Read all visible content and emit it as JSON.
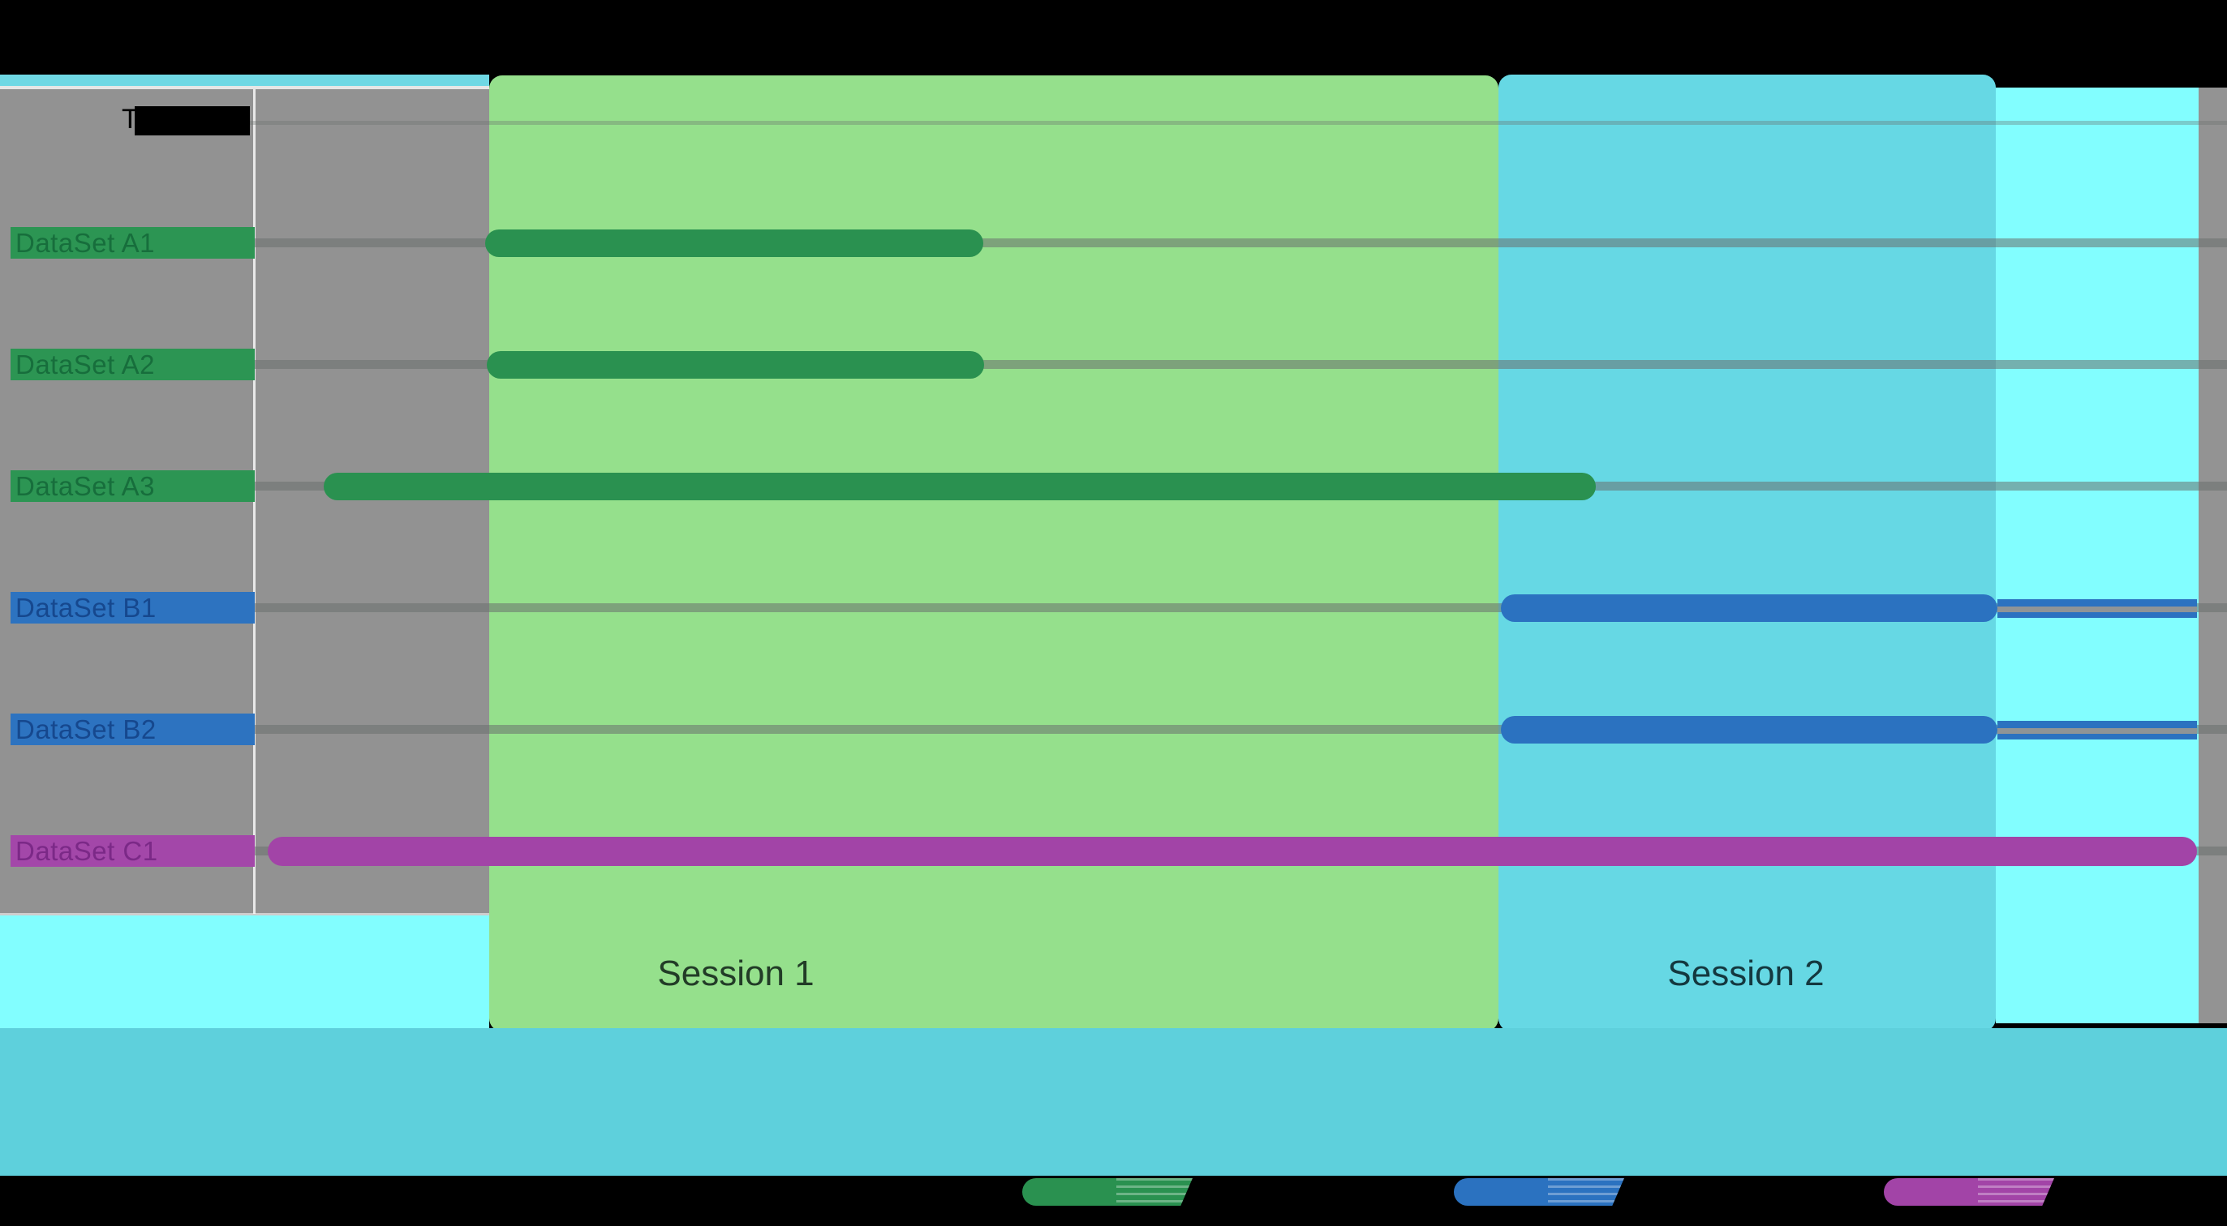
{
  "header": {
    "visible_text": "T"
  },
  "rows": [
    {
      "label": "DataSet A1",
      "group": "A",
      "color": "#2A9150"
    },
    {
      "label": "DataSet A2",
      "group": "A",
      "color": "#2A9150"
    },
    {
      "label": "DataSet A3",
      "group": "A",
      "color": "#2A9150"
    },
    {
      "label": "DataSet B1",
      "group": "B",
      "color": "#2B72C0"
    },
    {
      "label": "DataSet B2",
      "group": "B",
      "color": "#2B72C0"
    },
    {
      "label": "DataSet C1",
      "group": "C",
      "color": "#A244A7"
    }
  ],
  "sessions": [
    {
      "label": "Session 1",
      "band_color": "#95E08C"
    },
    {
      "label": "Session 2",
      "band_color": "#66D8E4"
    }
  ],
  "legend": [
    {
      "swatch": "green-series-swatch",
      "color": "#2A9150"
    },
    {
      "swatch": "blue-series-swatch",
      "color": "#2B72C0"
    },
    {
      "swatch": "purple-series-swatch",
      "color": "#A244A7"
    }
  ],
  "colors": {
    "background": "#000000",
    "label_panel_gray": "#929292",
    "session1_green": "#95E08C",
    "session2_cyan": "#66D8E4",
    "bright_cyan_column": "#82FEFF",
    "bottom_band_cyan": "#5ED0DC",
    "top_band_cyan": "#6FD8E4"
  },
  "chart_data": {
    "type": "bar",
    "orientation": "horizontal",
    "title": "",
    "xlabel": "",
    "ylabel": "",
    "grid": true,
    "x_axis": "unitless timeline, values given as fraction of full image width (0 to 1)",
    "rows": [
      "DataSet A1",
      "DataSet A2",
      "DataSet A3",
      "DataSet B1",
      "DataSet B2",
      "DataSet C1"
    ],
    "series": [
      {
        "name": "green-group-A",
        "color": "#2A9150",
        "bars": [
          {
            "row": "DataSet A1",
            "start_frac": 0.218,
            "end_frac": 0.442
          },
          {
            "row": "DataSet A2",
            "start_frac": 0.219,
            "end_frac": 0.442
          },
          {
            "row": "DataSet A3",
            "start_frac": 0.145,
            "end_frac": 0.717
          }
        ]
      },
      {
        "name": "blue-group-B",
        "color": "#2B72C0",
        "bars": [
          {
            "row": "DataSet B1",
            "start_frac": 0.674,
            "end_frac": 0.897,
            "thin_tail_to_frac": 0.987
          },
          {
            "row": "DataSet B2",
            "start_frac": 0.674,
            "end_frac": 0.897,
            "thin_tail_to_frac": 0.987
          }
        ]
      },
      {
        "name": "purple-group-C",
        "color": "#A244A7",
        "bars": [
          {
            "row": "DataSet C1",
            "start_frac": 0.12,
            "end_frac": 0.987
          }
        ]
      }
    ],
    "bands": [
      {
        "label": "Session 1",
        "start_frac": 0.22,
        "end_frac": 0.673
      },
      {
        "label": "Session 2",
        "start_frac": 0.673,
        "end_frac": 0.896
      }
    ],
    "legend_position": "bottom"
  }
}
